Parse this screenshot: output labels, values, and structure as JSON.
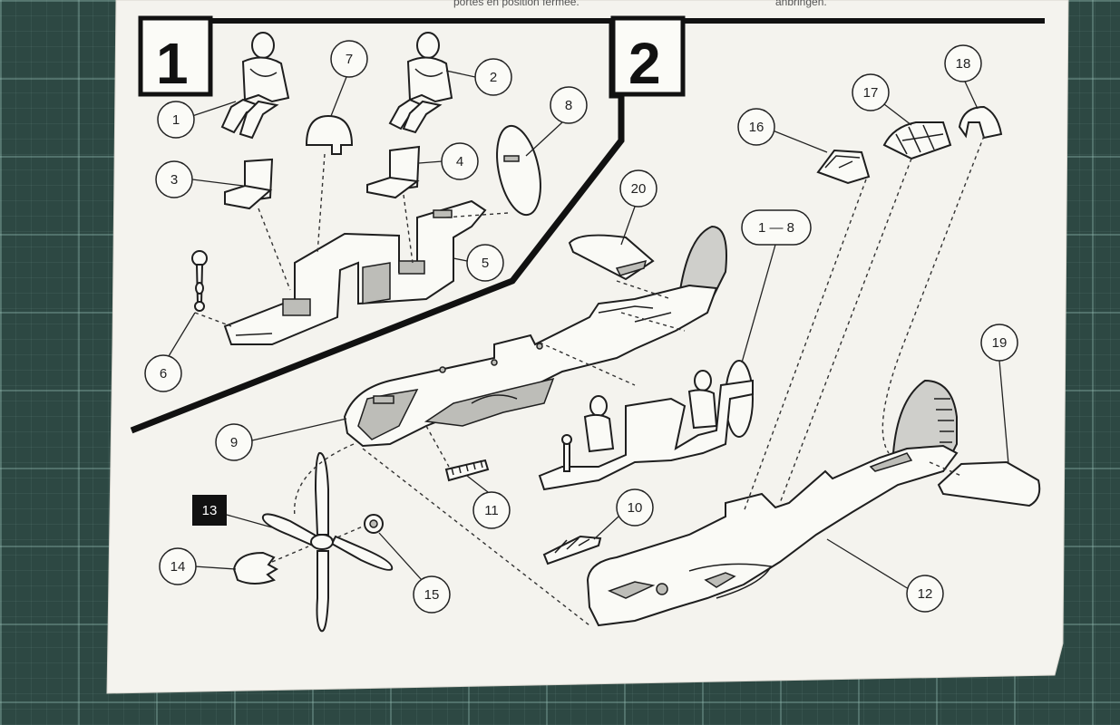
{
  "header": {
    "clipped_left": "portes en position fermée.",
    "clipped_right": "anbringen."
  },
  "steps": [
    {
      "number": "1"
    },
    {
      "number": "2"
    }
  ],
  "callouts": [
    {
      "id": "c1",
      "label": "1"
    },
    {
      "id": "c2",
      "label": "2"
    },
    {
      "id": "c3",
      "label": "3"
    },
    {
      "id": "c4",
      "label": "4"
    },
    {
      "id": "c5",
      "label": "5"
    },
    {
      "id": "c6",
      "label": "6"
    },
    {
      "id": "c7",
      "label": "7"
    },
    {
      "id": "c8",
      "label": "8"
    },
    {
      "id": "c9",
      "label": "9"
    },
    {
      "id": "c10",
      "label": "10"
    },
    {
      "id": "c11",
      "label": "11"
    },
    {
      "id": "c12",
      "label": "12"
    },
    {
      "id": "c13",
      "label": "13"
    },
    {
      "id": "c14",
      "label": "14"
    },
    {
      "id": "c15",
      "label": "15"
    },
    {
      "id": "c16",
      "label": "16"
    },
    {
      "id": "c17",
      "label": "17"
    },
    {
      "id": "c18",
      "label": "18"
    },
    {
      "id": "c19",
      "label": "19"
    },
    {
      "id": "c20",
      "label": "20"
    },
    {
      "id": "c1-8",
      "label": "1 — 8"
    }
  ],
  "colors": {
    "paper": "#f4f3ee",
    "ink": "#1e1e1e",
    "mat": "#2d4843"
  }
}
